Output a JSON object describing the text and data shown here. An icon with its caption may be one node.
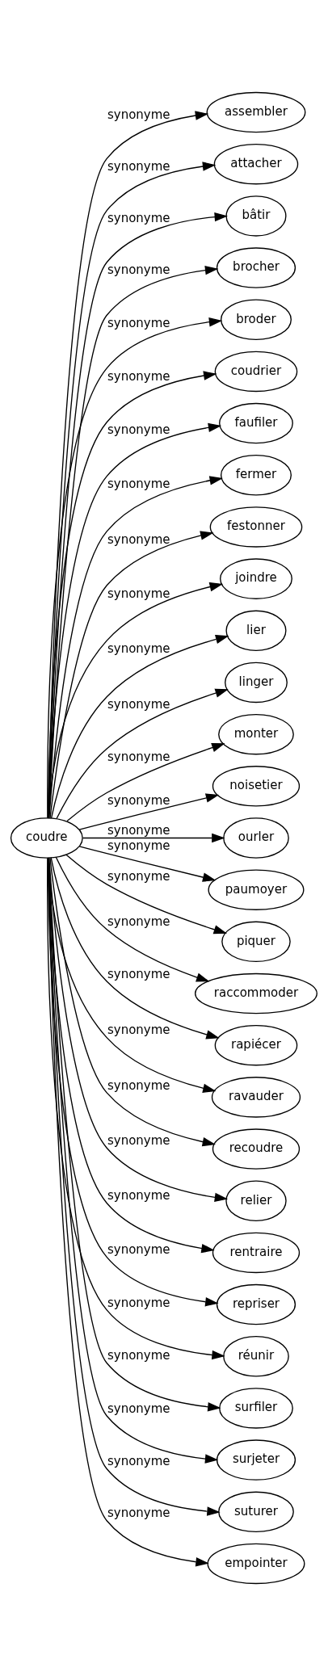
{
  "diagram": {
    "nodes": [
      {
        "text": [
          "coudre"
        ]
      },
      {
        "text": [
          "assembler"
        ]
      },
      {
        "text": [
          "attacher"
        ]
      },
      {
        "text": [
          "bâtir"
        ]
      },
      {
        "text": [
          "brocher"
        ]
      },
      {
        "text": [
          "broder"
        ]
      },
      {
        "text": [
          "coudrier"
        ]
      },
      {
        "text": [
          "faufiler"
        ]
      },
      {
        "text": [
          "fermer"
        ]
      },
      {
        "text": [
          "festonner"
        ]
      },
      {
        "text": [
          "joindre"
        ]
      },
      {
        "text": [
          "lier"
        ]
      },
      {
        "text": [
          "linger"
        ]
      },
      {
        "text": [
          "monter"
        ]
      },
      {
        "text": [
          "noisetier"
        ]
      },
      {
        "text": [
          "ourler"
        ]
      },
      {
        "text": [
          "paumoyer"
        ]
      },
      {
        "text": [
          "piquer"
        ]
      },
      {
        "text": [
          "raccommoder"
        ]
      },
      {
        "text": [
          "rapiécer"
        ]
      },
      {
        "text": [
          "ravauder"
        ]
      },
      {
        "text": [
          "recoudre"
        ]
      },
      {
        "text": [
          "relier"
        ]
      },
      {
        "text": [
          "rentraire"
        ]
      },
      {
        "text": [
          "repriser"
        ]
      },
      {
        "text": [
          "réunir"
        ]
      },
      {
        "text": [
          "surfiler"
        ]
      },
      {
        "text": [
          "surjeter"
        ]
      },
      {
        "text": [
          "suturer"
        ]
      },
      {
        "text": [
          "empointer"
        ]
      }
    ],
    "edges": [
      {
        "from": 0,
        "to": 1,
        "arrow": "to",
        "label": "synonyme"
      },
      {
        "from": 0,
        "to": 2,
        "arrow": "to",
        "label": "synonyme"
      },
      {
        "from": 0,
        "to": 3,
        "arrow": "to",
        "label": "synonyme"
      },
      {
        "from": 0,
        "to": 4,
        "arrow": "to",
        "label": "synonyme"
      },
      {
        "from": 0,
        "to": 5,
        "arrow": "to",
        "label": "synonyme"
      },
      {
        "from": 0,
        "to": 6,
        "arrow": "to",
        "label": "synonyme"
      },
      {
        "from": 0,
        "to": 7,
        "arrow": "to",
        "label": "synonyme"
      },
      {
        "from": 0,
        "to": 8,
        "arrow": "to",
        "label": "synonyme"
      },
      {
        "from": 0,
        "to": 9,
        "arrow": "to",
        "label": "synonyme"
      },
      {
        "from": 0,
        "to": 10,
        "arrow": "to",
        "label": "synonyme"
      },
      {
        "from": 0,
        "to": 11,
        "arrow": "to",
        "label": "synonyme"
      },
      {
        "from": 0,
        "to": 12,
        "arrow": "to",
        "label": "synonyme"
      },
      {
        "from": 0,
        "to": 13,
        "arrow": "to",
        "label": "synonyme"
      },
      {
        "from": 0,
        "to": 14,
        "arrow": "to",
        "label": "synonyme"
      },
      {
        "from": 0,
        "to": 15,
        "arrow": "to",
        "label": "synonyme"
      },
      {
        "from": 0,
        "to": 16,
        "arrow": "to",
        "label": "synonyme"
      },
      {
        "from": 0,
        "to": 17,
        "arrow": "to",
        "label": "synonyme"
      },
      {
        "from": 0,
        "to": 18,
        "arrow": "to",
        "label": "synonyme"
      },
      {
        "from": 0,
        "to": 19,
        "arrow": "to",
        "label": "synonyme"
      },
      {
        "from": 0,
        "to": 20,
        "arrow": "to",
        "label": "synonyme"
      },
      {
        "from": 0,
        "to": 21,
        "arrow": "to",
        "label": "synonyme"
      },
      {
        "from": 0,
        "to": 22,
        "arrow": "to",
        "label": "synonyme"
      },
      {
        "from": 0,
        "to": 23,
        "arrow": "to",
        "label": "synonyme"
      },
      {
        "from": 0,
        "to": 24,
        "arrow": "to",
        "label": "synonyme"
      },
      {
        "from": 0,
        "to": 25,
        "arrow": "to",
        "label": "synonyme"
      },
      {
        "from": 0,
        "to": 26,
        "arrow": "to",
        "label": "synonyme"
      },
      {
        "from": 0,
        "to": 27,
        "arrow": "to",
        "label": "synonyme"
      },
      {
        "from": 0,
        "to": 28,
        "arrow": "to",
        "label": "synonyme"
      },
      {
        "from": 0,
        "to": 29,
        "arrow": "to",
        "label": "synonyme"
      }
    ]
  }
}
